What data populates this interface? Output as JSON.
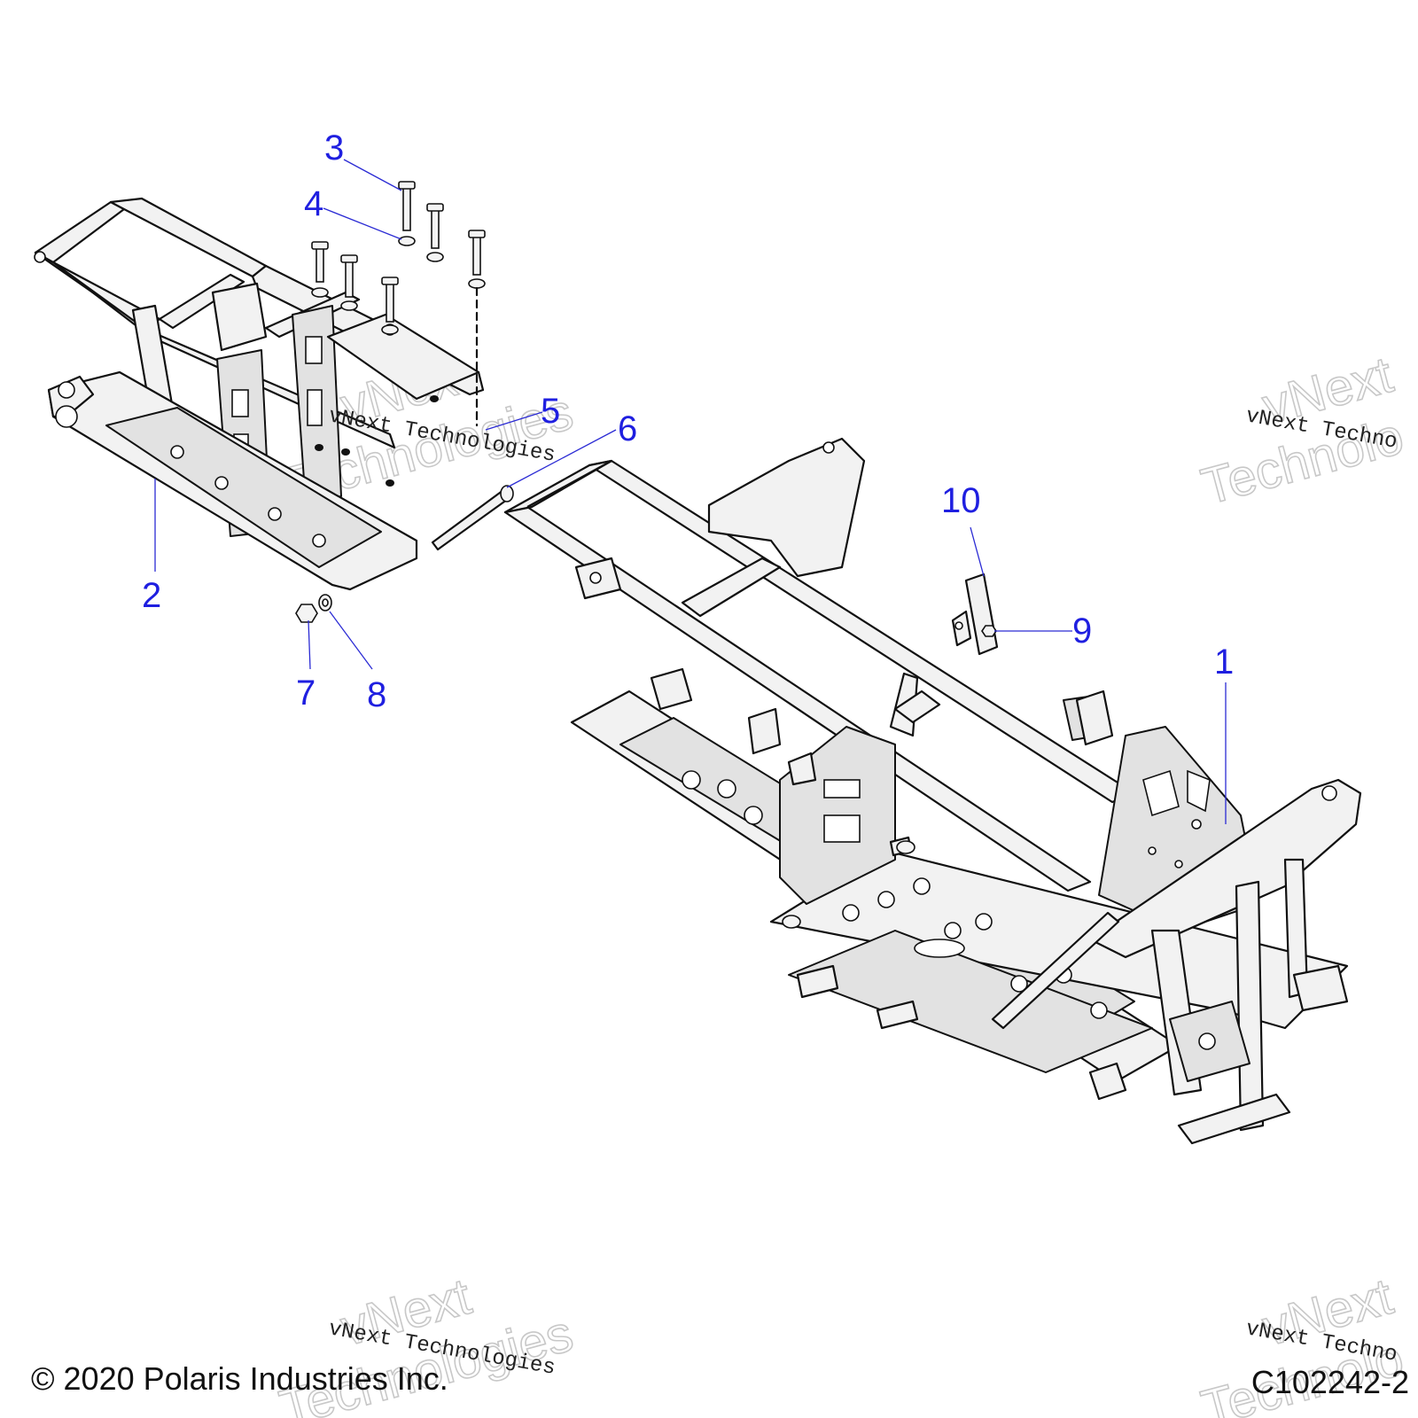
{
  "callouts": [
    {
      "number": "1",
      "part": "main-frame"
    },
    {
      "number": "2",
      "part": "rear-subframe"
    },
    {
      "number": "3",
      "part": "bolt"
    },
    {
      "number": "4",
      "part": "washer"
    },
    {
      "number": "5",
      "part": "rear-subframe-tube"
    },
    {
      "number": "6",
      "part": "pivot-shaft"
    },
    {
      "number": "7",
      "part": "nut"
    },
    {
      "number": "8",
      "part": "washer"
    },
    {
      "number": "9",
      "part": "fastener"
    },
    {
      "number": "10",
      "part": "bracket"
    }
  ],
  "watermark": {
    "line1": "vNext Technologies",
    "outline_top": "vNext",
    "outline_bottom": "Technologies",
    "cropped_line1": "vNext Techno",
    "cropped_outline_bottom": "Technolo"
  },
  "footer": {
    "copyright": "© 2020 Polaris Industries Inc.",
    "figure_id": "C102242-2"
  },
  "colors": {
    "callout": "#1f1fe0",
    "leader": "#2b2bd4",
    "frame_fill": "#f2f2f2",
    "line": "#111111"
  },
  "icons": [
    "bolt-icon",
    "washer-icon",
    "nut-icon"
  ]
}
